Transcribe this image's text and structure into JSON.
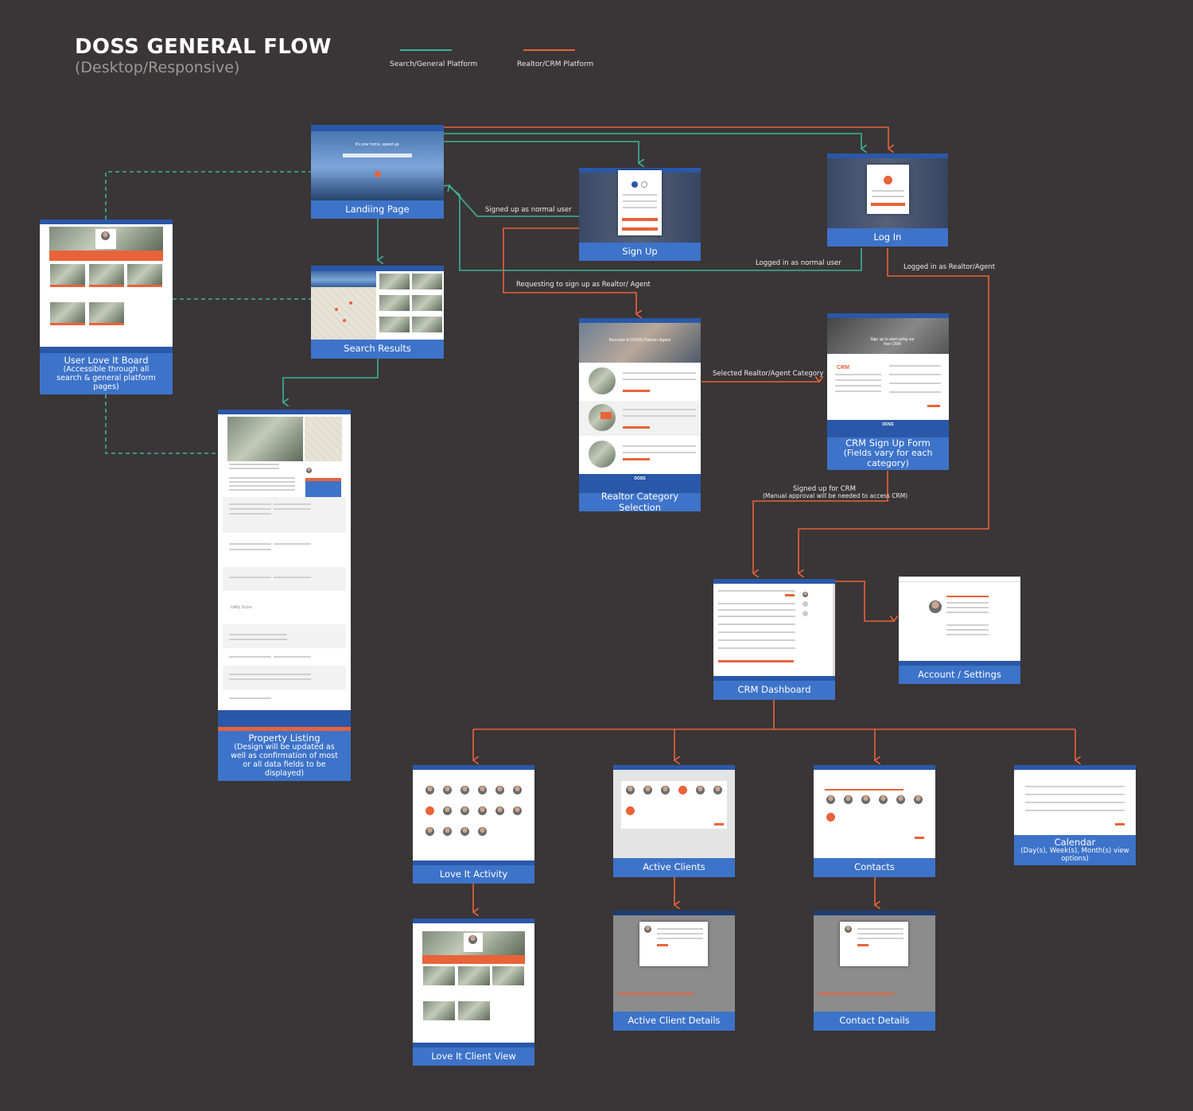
{
  "header": {
    "title": "DOSS GENERAL FLOW",
    "subtitle": "(Desktop/Responsive)"
  },
  "legend": {
    "general": {
      "label": "Search/General Platform",
      "color": "#3bb39a"
    },
    "crm": {
      "label": "Realtor/CRM Platform",
      "color": "#e8633a"
    }
  },
  "colors": {
    "label_bg": "#3d73c9",
    "background": "#3a3536",
    "accent": "#e8633a",
    "brand": "#2a58a8"
  },
  "screens": {
    "landing": {
      "label": "Landiing Page"
    },
    "signup": {
      "label": "Sign Up"
    },
    "login": {
      "label": "Log In"
    },
    "love_board": {
      "label": "User Love It Board",
      "sub": "(Accessible through all search & general platform pages)"
    },
    "search_results": {
      "label": "Search Results"
    },
    "realtor_category": {
      "label": "Realtor Category Selection"
    },
    "crm_signup": {
      "label": "CRM Sign Up Form",
      "sub": "(Fields vary for each category)"
    },
    "property_listing": {
      "label": "Property Listing",
      "sub": "(Design will be updated as well as confirmation of most or all data fields to be displayed)"
    },
    "crm_dashboard": {
      "label": "CRM Dashboard"
    },
    "account_settings": {
      "label": "Account / Settings"
    },
    "love_activity": {
      "label": "Love It Activity"
    },
    "active_clients": {
      "label": "Active Clients"
    },
    "contacts": {
      "label": "Contacts"
    },
    "calendar": {
      "label": "Calendar",
      "sub": "(Day(s), Week(s), Month(s) view options)"
    },
    "love_client_view": {
      "label": "Love It Client View"
    },
    "active_client_details": {
      "label": "Active Client Details"
    },
    "contact_details": {
      "label": "Contact Details"
    }
  },
  "connectors": {
    "signed_up_normal": "Signed up as normal user",
    "logged_in_normal": "Logged in as normal user",
    "logged_in_realtor": "Logged in as Realtor/Agent",
    "requesting_realtor": "Requesting to sign up as Realtor/ Agent",
    "selected_category": "Selected Realtor/Agent Category",
    "signed_up_crm": "Signed up for CRM",
    "manual_approval": "(Manual approval will be needed to access CRM)"
  },
  "thumb_text": {
    "landing_tagline": "It's your home, speed up.",
    "category_banner": "Become A DOSS Partner Agent",
    "crm_banner": "Sign up to start using our free CRM",
    "crm_brand": "CRM",
    "utility_score": "Utility Score",
    "doss_logo": "DOSS"
  }
}
